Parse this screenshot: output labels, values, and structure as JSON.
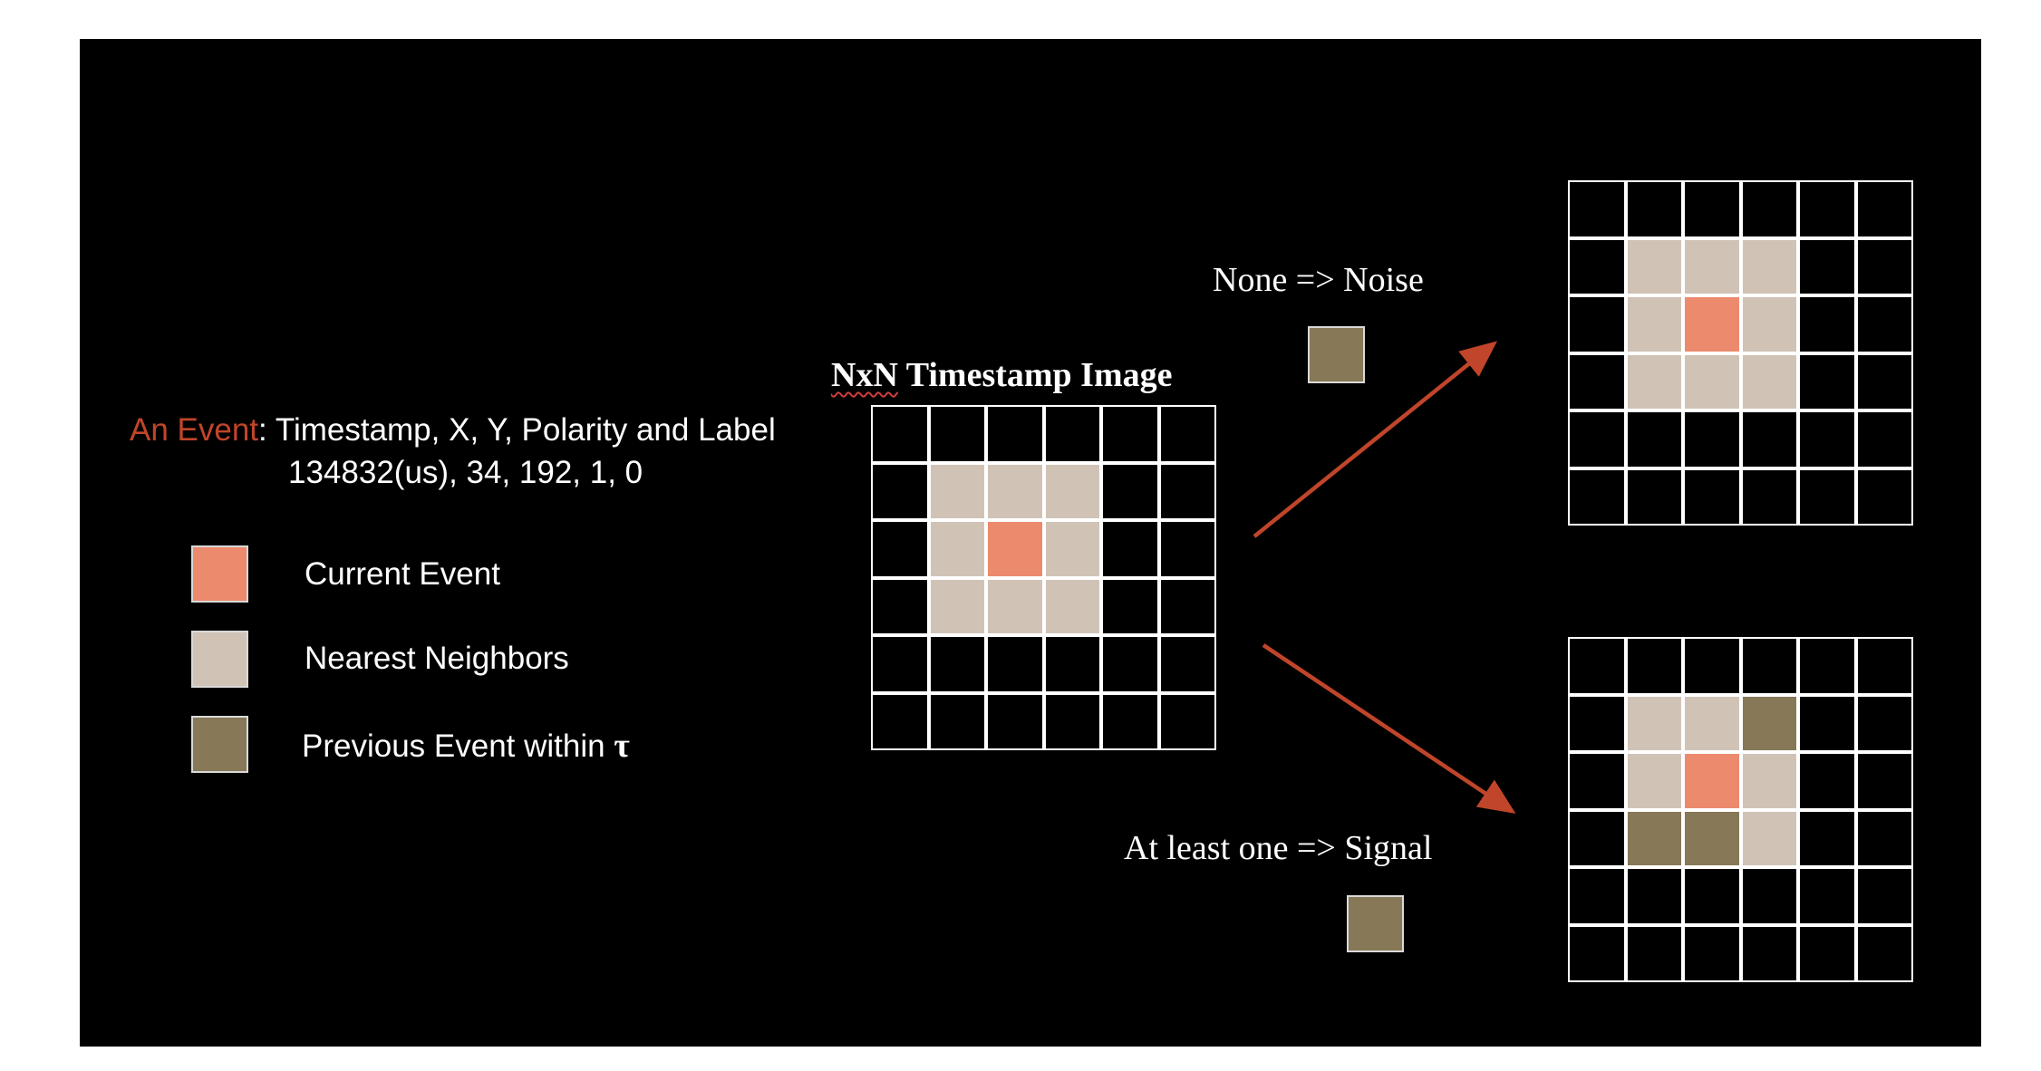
{
  "event_info": {
    "label_prefix": "An Event",
    "fields": ": Timestamp,  X, Y, Polarity and Label",
    "values": "134832(us), 34, 192, 1, 0"
  },
  "legend": [
    {
      "label": "Current Event",
      "color": "#EC8A6E"
    },
    {
      "label": "Nearest Neighbors",
      "color": "#D0C3B6"
    },
    {
      "label": "Previous Event within ",
      "symbol": "τ",
      "color": "#877857"
    }
  ],
  "main_grid": {
    "title_prefix": "NxN",
    "title_rest": " Timestamp Image",
    "size": 6,
    "cells": {
      "current": [
        [
          2,
          2
        ]
      ],
      "neighbors": [
        [
          1,
          1
        ],
        [
          1,
          2
        ],
        [
          1,
          3
        ],
        [
          2,
          1
        ],
        [
          2,
          3
        ],
        [
          3,
          1
        ],
        [
          3,
          2
        ],
        [
          3,
          3
        ]
      ],
      "previous": []
    }
  },
  "outcomes": {
    "noise": {
      "label": "None => Noise",
      "cells": {
        "current": [
          [
            2,
            2
          ]
        ],
        "neighbors": [
          [
            1,
            1
          ],
          [
            1,
            2
          ],
          [
            1,
            3
          ],
          [
            2,
            1
          ],
          [
            2,
            3
          ],
          [
            3,
            1
          ],
          [
            3,
            2
          ],
          [
            3,
            3
          ]
        ],
        "previous": []
      }
    },
    "signal": {
      "label": "At least one => Signal",
      "cells": {
        "current": [
          [
            2,
            2
          ]
        ],
        "neighbors": [
          [
            1,
            1
          ],
          [
            1,
            2
          ],
          [
            2,
            1
          ],
          [
            2,
            3
          ],
          [
            3,
            3
          ]
        ],
        "previous": [
          [
            1,
            3
          ],
          [
            3,
            1
          ],
          [
            3,
            2
          ]
        ]
      }
    }
  },
  "colors": {
    "background": "#000000",
    "grid_line": "#ffffff",
    "current": "#EC8A6E",
    "neighbor": "#D0C3B6",
    "previous": "#877857",
    "accent_text": "#C0452A",
    "arrow": "#C0452A"
  }
}
